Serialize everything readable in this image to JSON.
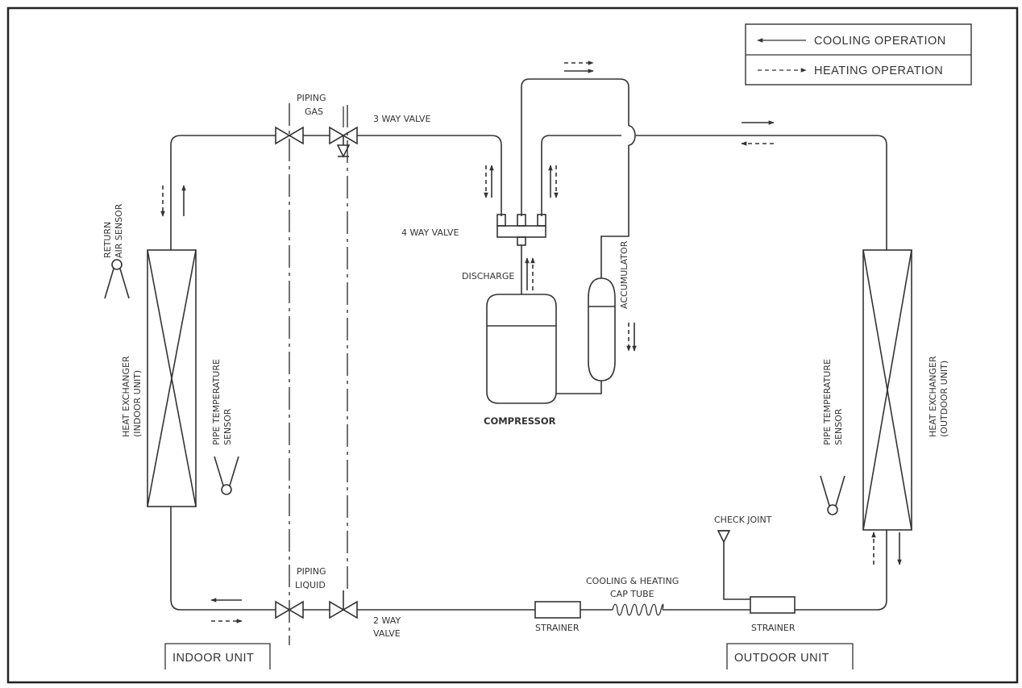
{
  "legend": {
    "cooling": "COOLING OPERATION",
    "heating": "HEATING OPERATION"
  },
  "labels": {
    "piping_gas": [
      "PIPING",
      "GAS"
    ],
    "three_way_valve": "3 WAY VALVE",
    "four_way_valve": "4 WAY VALVE",
    "discharge": "DISCHARGE",
    "compressor": "COMPRESSOR",
    "accumulator": "ACCUMULATOR",
    "return_air_sensor": [
      "RETURN",
      "AIR SENSOR"
    ],
    "hx_indoor": [
      "HEAT EXCHANGER",
      "(INDOOR UNIT)"
    ],
    "pipe_temp_sensor_indoor": [
      "PIPE TEMPERATURE",
      "SENSOR"
    ],
    "pipe_temp_sensor_outdoor": [
      "PIPE TEMPERATURE",
      "SENSOR"
    ],
    "hx_outdoor": [
      "HEAT EXCHANGER",
      "(OUTDOOR UNIT)"
    ],
    "piping_liquid": [
      "PIPING",
      "LIQUID"
    ],
    "two_way_valve": [
      "2 WAY",
      "VALVE"
    ],
    "strainer_1": "STRAINER",
    "cap_tube": [
      "COOLING & HEATING",
      "CAP TUBE"
    ],
    "check_joint": "CHECK JOINT",
    "strainer_2": "STRAINER",
    "indoor_unit": "INDOOR UNIT",
    "outdoor_unit": "OUTDOOR UNIT"
  }
}
